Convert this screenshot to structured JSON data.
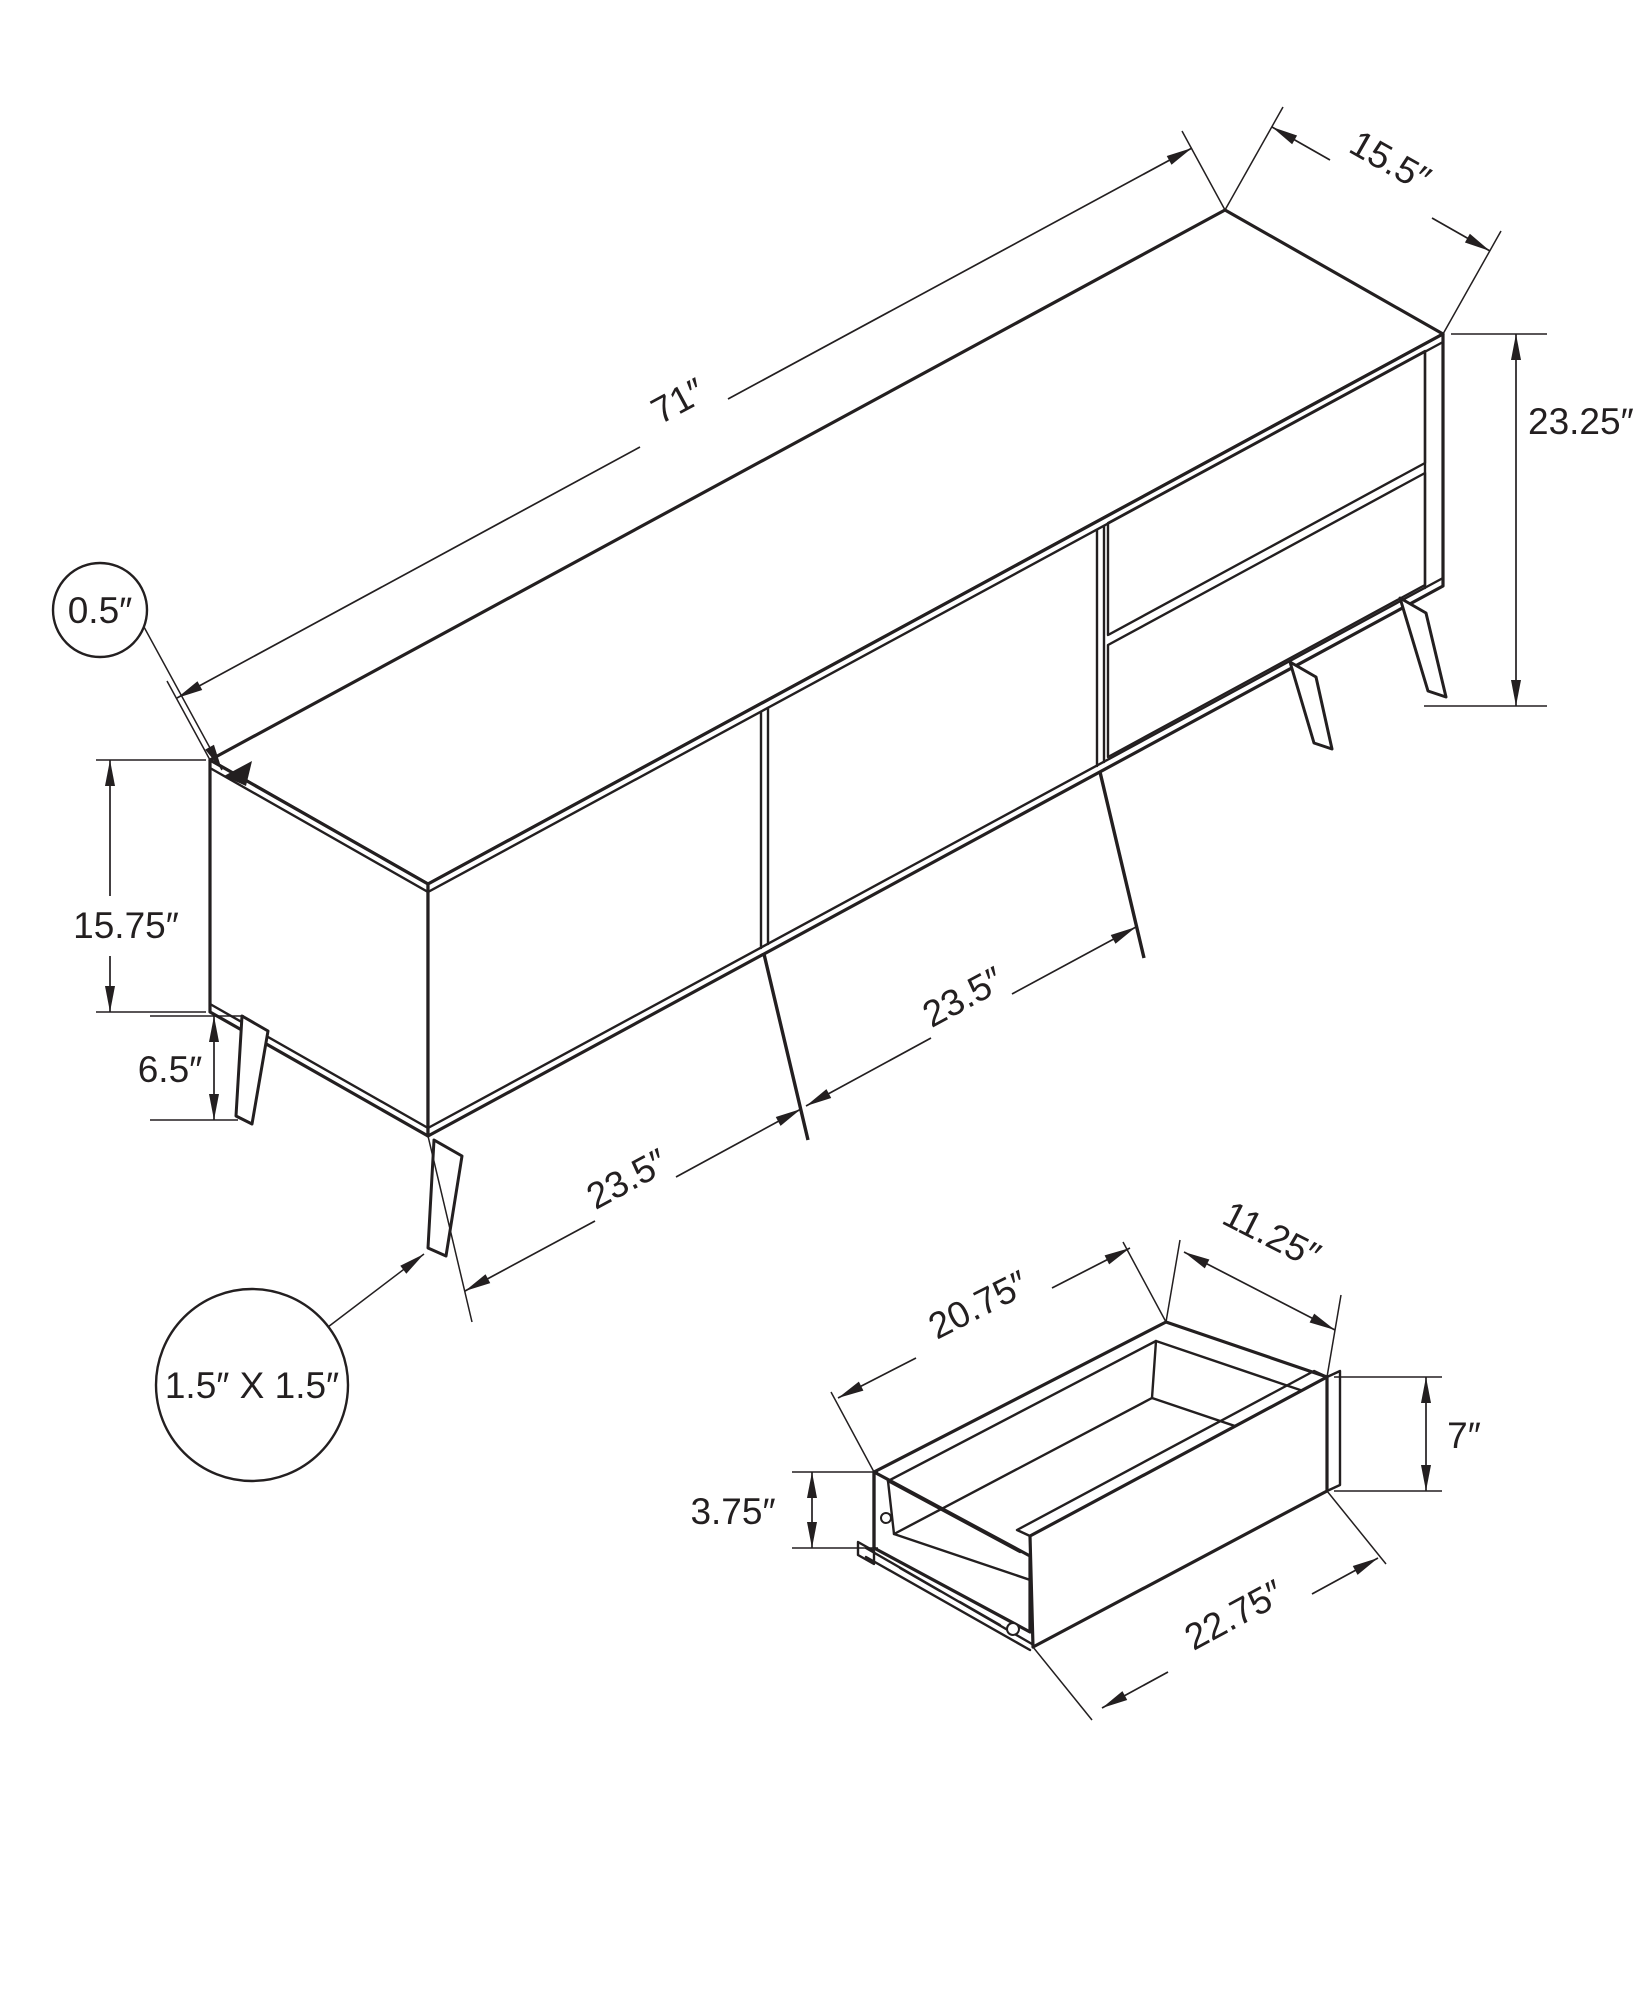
{
  "colors": {
    "line": "#231f20",
    "background": "#ffffff"
  },
  "main_unit": {
    "dims": {
      "width": "71″",
      "depth": "15.5″",
      "overall_height": "23.25″",
      "top_thickness": "0.5″",
      "cabinet_height": "15.75″",
      "leg_height": "6.5″",
      "leg_cross_section": "1.5″ X 1.5″",
      "door1_width": "23.5″",
      "door2_width": "23.5″"
    }
  },
  "drawer": {
    "dims": {
      "inner_length": "20.75″",
      "depth": "11.25″",
      "front_height": "7″",
      "side_height": "3.75″",
      "front_width": "22.75″"
    }
  }
}
